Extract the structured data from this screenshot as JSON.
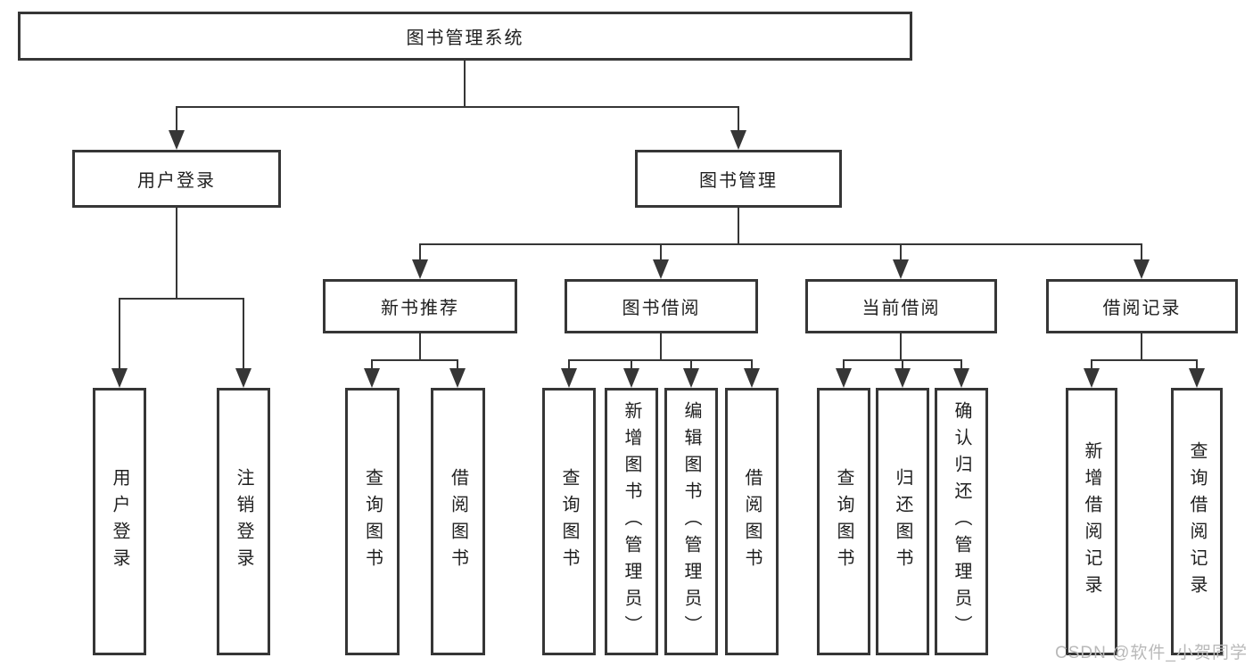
{
  "diagram": {
    "root": {
      "label": "图书管理系统"
    },
    "level2": {
      "user_login": {
        "label": "用户登录"
      },
      "book_management": {
        "label": "图书管理"
      }
    },
    "level3": {
      "new_book_recommend": {
        "label": "新书推荐"
      },
      "book_borrow": {
        "label": "图书借阅"
      },
      "current_borrow": {
        "label": "当前借阅"
      },
      "borrow_records": {
        "label": "借阅记录"
      }
    },
    "leaves": {
      "user_login": {
        "label": "用户登录"
      },
      "logout": {
        "label": "注销登录"
      },
      "recommend_query_books": {
        "label": "查询图书"
      },
      "recommend_borrow_books": {
        "label": "借阅图书"
      },
      "borrow_query_books": {
        "label": "查询图书"
      },
      "borrow_add_books": {
        "label": "新增图书（管理员）"
      },
      "borrow_edit_books": {
        "label": "编辑图书（管理员）"
      },
      "borrow_borrow_books": {
        "label": "借阅图书"
      },
      "current_query_books": {
        "label": "查询图书"
      },
      "current_return_books": {
        "label": "归还图书"
      },
      "current_confirm_return": {
        "label": "确认归还（管理员）"
      },
      "records_add_record": {
        "label": "新增借阅记录"
      },
      "records_query_record": {
        "label": "查询借阅记录"
      }
    },
    "watermark": "CSDN @软件_小贺同学",
    "colors": {
      "line": "#363636",
      "text": "#1f1f1f",
      "watermark": "#b9b9b9",
      "background": "#ffffff"
    }
  }
}
